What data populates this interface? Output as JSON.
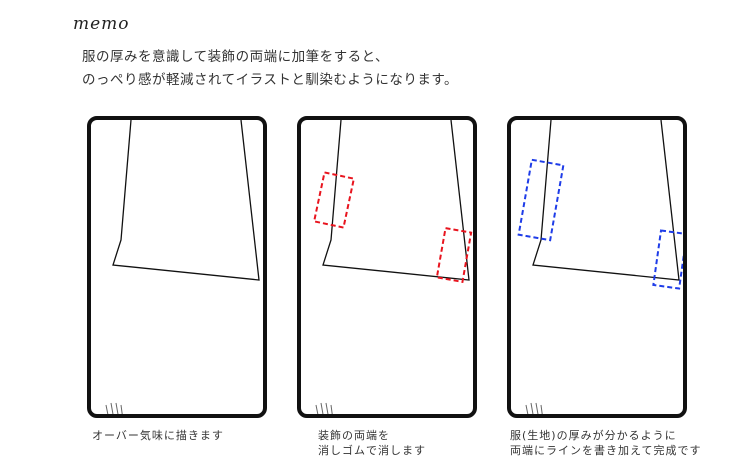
{
  "memo_label": "memo",
  "intro": {
    "line1": "服の厚みを意識して装飾の両端に加筆をすると、",
    "line2": "のっぺり感が軽減されてイラストと馴染むようになります。"
  },
  "panels": [
    {
      "caption1": "オーバー気味に描きます",
      "caption2": ""
    },
    {
      "caption1": "装飾の両端を",
      "caption2": "消しゴムで消します",
      "highlight_color": "#e8141e"
    },
    {
      "caption1": "服(生地)の厚みが分かるように",
      "caption2": "両端にラインを書き加えて完成です",
      "highlight_color": "#1e3ce8"
    }
  ]
}
